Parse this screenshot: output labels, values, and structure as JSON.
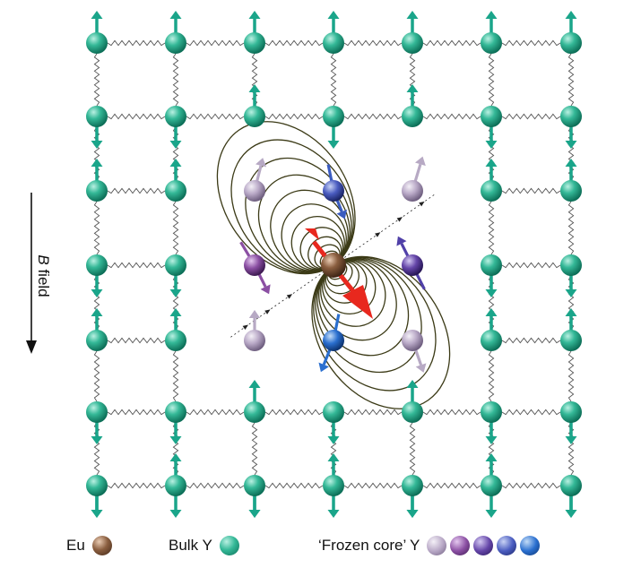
{
  "bfield": {
    "italic": "B",
    "label": "field"
  },
  "legend": {
    "eu": "Eu",
    "bulk": "Bulk Y",
    "frozen": "‘Frozen core’ Y"
  },
  "colors": {
    "bulk_teal": "#1fa98c",
    "eu_brown": "#7a5134",
    "arrow_teal": "#1aa58a",
    "dipole_red": "#e8281e",
    "field_lines": "#3b3a16",
    "frozen_shades": [
      "#b7a9c4",
      "#8b4fa3",
      "#6445a8",
      "#4a5cc0",
      "#2a6fcf"
    ]
  },
  "lattice": {
    "columns": 7,
    "rows": 7
  }
}
